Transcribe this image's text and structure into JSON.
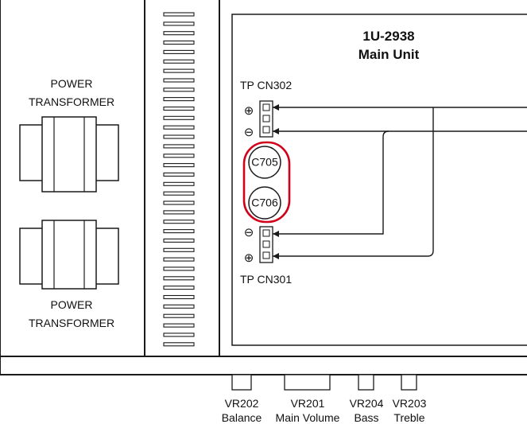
{
  "unit": {
    "model": "1U-2938",
    "name": "Main Unit"
  },
  "transformers": [
    {
      "line1": "POWER",
      "line2": "TRANSFORMER"
    },
    {
      "line1": "POWER",
      "line2": "TRANSFORMER"
    }
  ],
  "connectors": {
    "top": {
      "label": "TP CN302",
      "plus": "⊕",
      "minus": "⊖"
    },
    "bottom": {
      "label": "TP CN301",
      "plus": "⊕",
      "minus": "⊖"
    }
  },
  "capacitors": [
    {
      "label": "C705"
    },
    {
      "label": "C706"
    }
  ],
  "controls": [
    {
      "ref": "VR202",
      "name": "Balance"
    },
    {
      "ref": "VR201",
      "name": "Main Volume"
    },
    {
      "ref": "VR204",
      "name": "Bass"
    },
    {
      "ref": "VR203",
      "name": "Treble"
    }
  ],
  "colors": {
    "line": "#1a1a1a",
    "highlight": "#d0021b",
    "background": "#ffffff"
  }
}
